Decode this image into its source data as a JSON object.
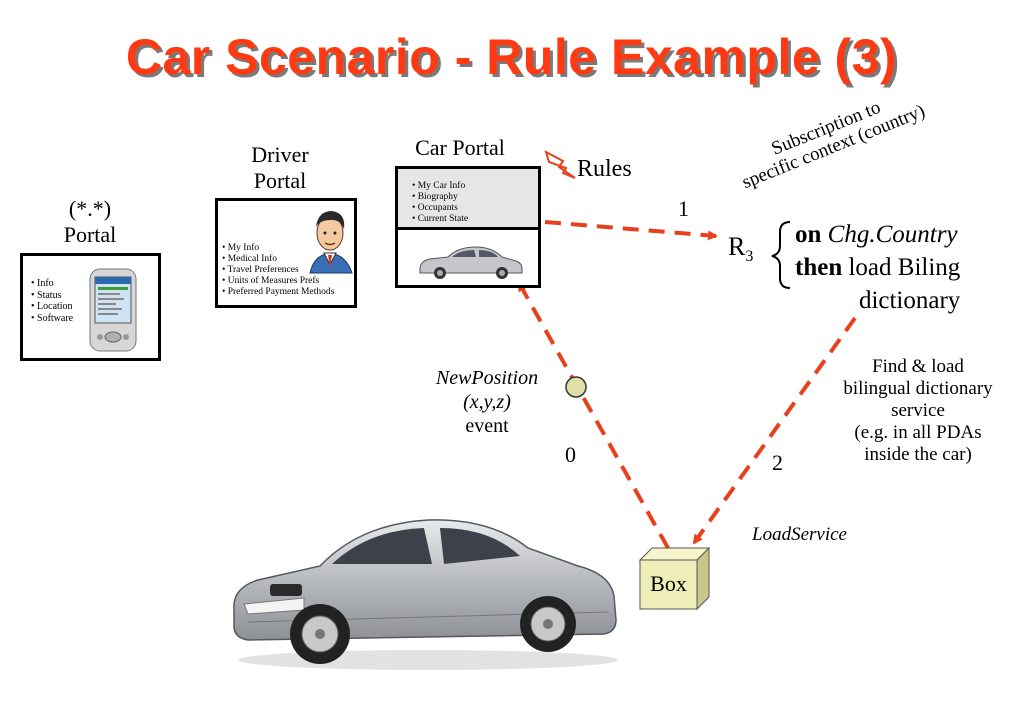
{
  "title": "Car Scenario - Rule Example (3)",
  "general_portal": {
    "label_line1": "(*.*)",
    "label_line2": "Portal",
    "items": [
      "Info",
      "Status",
      "Location",
      "Software"
    ]
  },
  "driver_portal": {
    "label_line1": "Driver",
    "label_line2": "Portal",
    "items": [
      "My Info",
      "Medical Info",
      "Travel Preferences",
      "Units of Measures Prefs",
      "Preferred Payment Methods"
    ]
  },
  "car_portal": {
    "label": "Car Portal",
    "items": [
      "My Car Info",
      "Biography",
      "Occupants",
      "Current State"
    ]
  },
  "rules_label": "Rules",
  "subscription": {
    "line1": "Subscription to",
    "line2": "specific context (country)"
  },
  "rule": {
    "name": "R",
    "subscript": "3",
    "on_keyword": "on",
    "on_event": "Chg.Country",
    "then_keyword": "then",
    "then_action": "load Biling",
    "then_action_2": "dictionary"
  },
  "step_labels": {
    "step0": "0",
    "step1": "1",
    "step2": "2"
  },
  "event": {
    "name": "NewPosition",
    "params": "(x,y,z)",
    "kind": "event"
  },
  "find_load": {
    "lines": [
      "Find & load",
      "bilingual dictionary",
      "service",
      "(e.g. in all PDAs",
      "inside the car)"
    ]
  },
  "load_service": "LoadService",
  "box_label": "Box",
  "colors": {
    "title": "#ff3a12",
    "arrow": "#e8401c",
    "box_fill": "#f0eeb8"
  }
}
